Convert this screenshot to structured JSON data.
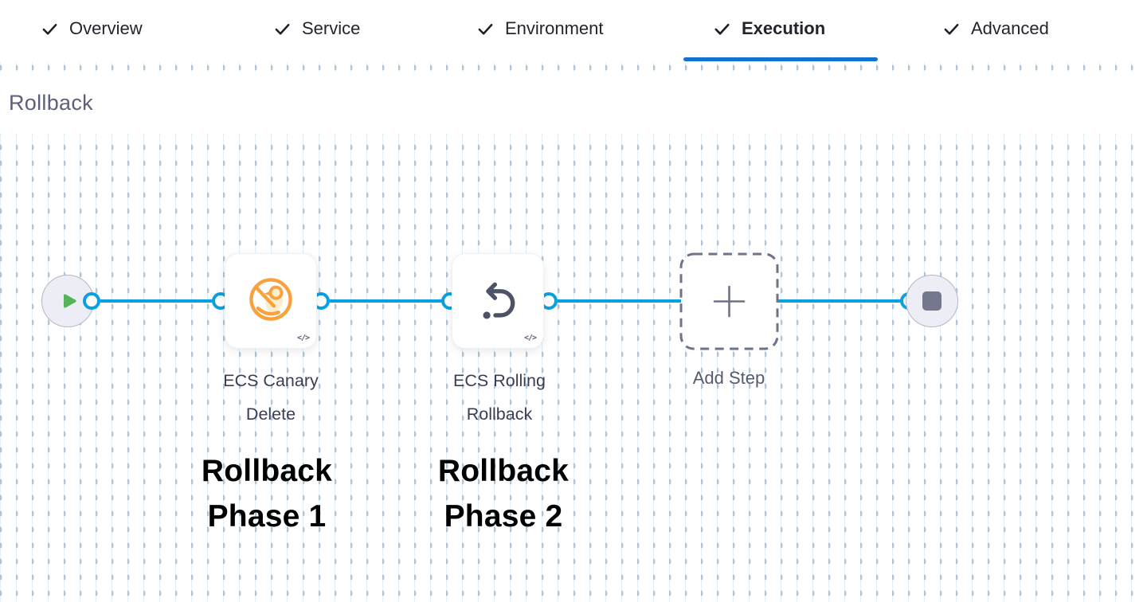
{
  "tabs": {
    "items": [
      {
        "label": "Overview",
        "checked": true,
        "active": false
      },
      {
        "label": "Service",
        "checked": true,
        "active": false
      },
      {
        "label": "Environment",
        "checked": true,
        "active": false
      },
      {
        "label": "Execution",
        "checked": true,
        "active": true
      },
      {
        "label": "Advanced",
        "checked": true,
        "active": false
      }
    ]
  },
  "section": {
    "title": "Rollback"
  },
  "pipeline": {
    "start_node": "start-play",
    "end_node": "stop",
    "steps": [
      {
        "name": "ECS Canary Delete",
        "name_line1": "ECS Canary",
        "name_line2": "Delete",
        "icon": "canary-delete-icon",
        "code_badge": "</>"
      },
      {
        "name": "ECS Rolling Rollback",
        "name_line1": "ECS Rolling",
        "name_line2": "Rollback",
        "icon": "rolling-rollback-icon",
        "code_badge": "</>"
      }
    ],
    "add_step": {
      "label": "Add Step"
    }
  },
  "annotations": [
    {
      "line1": "Rollback",
      "line2": "Phase 1"
    },
    {
      "line1": "Rollback",
      "line2": "Phase 2"
    }
  ],
  "colors": {
    "connector_blue": "#09a1e2",
    "active_tab_underline": "#1173d1",
    "play_green": "#54b457",
    "canary_orange": "#F9A13B",
    "canary_fill": "#FCEFCF",
    "rollback_icon_slate": "#4e5267",
    "node_fill": "#ededf6",
    "node_border": "#b5b6c8",
    "heading_slate": "#5d6078",
    "annotation_black": "#000000"
  }
}
